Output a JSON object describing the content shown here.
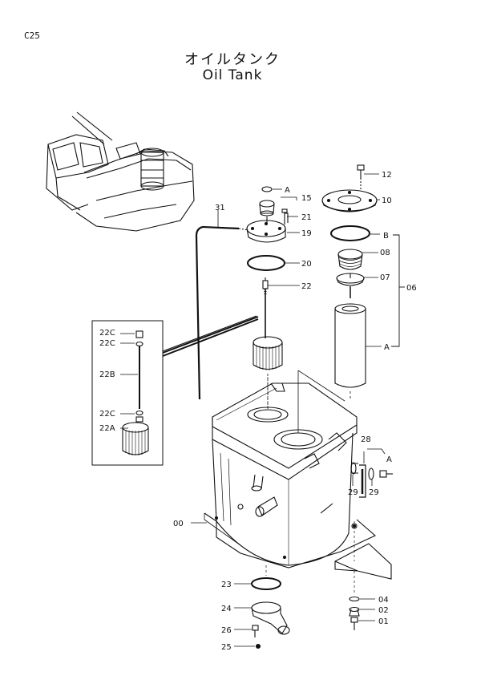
{
  "header": {
    "page_code": "C25",
    "title_jp": "オイルタンク",
    "title_en": "Oil Tank"
  },
  "parts": {
    "p00": "00",
    "p01": "01",
    "p02": "02",
    "p04": "04",
    "p06": "06",
    "p07": "07",
    "p08": "08",
    "p10": "10",
    "p12": "12",
    "p15": "15",
    "p19": "19",
    "p20": "20",
    "p21": "21",
    "p22": "22",
    "p22a": "22A",
    "p22b": "22B",
    "p22c1": "22C",
    "p22c2": "22C",
    "p22c3": "22C",
    "p23": "23",
    "p24": "24",
    "p25": "25",
    "p26": "26",
    "p28": "28",
    "p29a": "29",
    "p29b": "29",
    "p31": "31"
  },
  "refs": {
    "a1": "A",
    "a2": "A",
    "a3": "A",
    "b1": "B"
  }
}
